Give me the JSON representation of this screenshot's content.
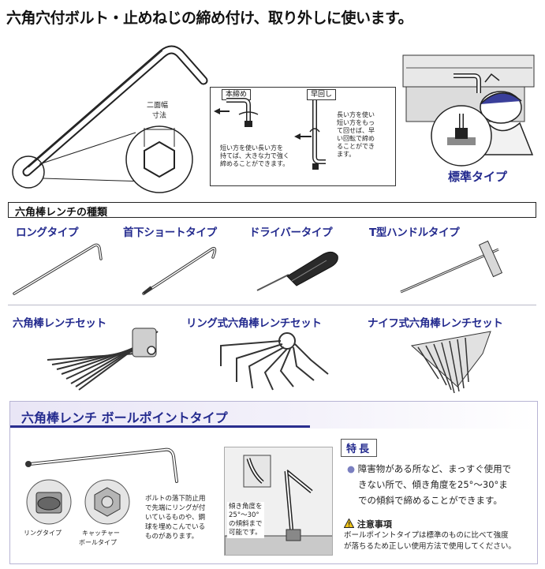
{
  "headline": "六角穴付ボルト・止めねじの締め付け、取り外しに使います。",
  "dimension_label": [
    "二面幅",
    "寸法"
  ],
  "usage": {
    "tighten": {
      "tag": "本締め",
      "desc": [
        "短い方を使い長い方を",
        "持てば、大きな力で強く",
        "締めることができます。"
      ]
    },
    "quick": {
      "tag": "早回し",
      "desc": [
        "長い方を使い",
        "短い方をもっ",
        "て回せば、早",
        "い回転で締め",
        "ることができ",
        "ます。"
      ]
    }
  },
  "standard_type_label": "標準タイプ",
  "types_section_title": "六角棒レンチの種類",
  "types_row1": [
    "ロングタイプ",
    "首下ショートタイプ",
    "ドライバータイプ",
    "T型ハンドルタイプ"
  ],
  "types_row2": [
    "六角棒レンチセット",
    "リング式六角棒レンチセット",
    "ナイフ式六角棒レンチセット"
  ],
  "ball": {
    "title": "六角棒レンチ ボールポイントタイプ",
    "ring_label": "リングタイプ",
    "catcher_label": [
      "キャッチャー",
      "ボールタイプ"
    ],
    "drop_prevention": [
      "ボルトの落下防止用",
      "で先端にリングが付",
      "いているものや、鋼",
      "球を埋めこんでいる",
      "ものがあります。"
    ],
    "tilt_note": [
      "傾き角度を",
      "25°～30°",
      "の傾斜まで",
      "可能です。"
    ],
    "feature_tag": "特長",
    "feature_lines": [
      "障害物がある所など、まっすぐ使用で",
      "きない所で、傾き角度を25°～30°ま",
      "での傾斜で締めることができます。"
    ],
    "caution_title": "注意事項",
    "caution_lines": [
      "ボールポイントタイプは標準のものに比べて強度",
      "が落ちるため正しい使用方法で使用してください。"
    ]
  }
}
